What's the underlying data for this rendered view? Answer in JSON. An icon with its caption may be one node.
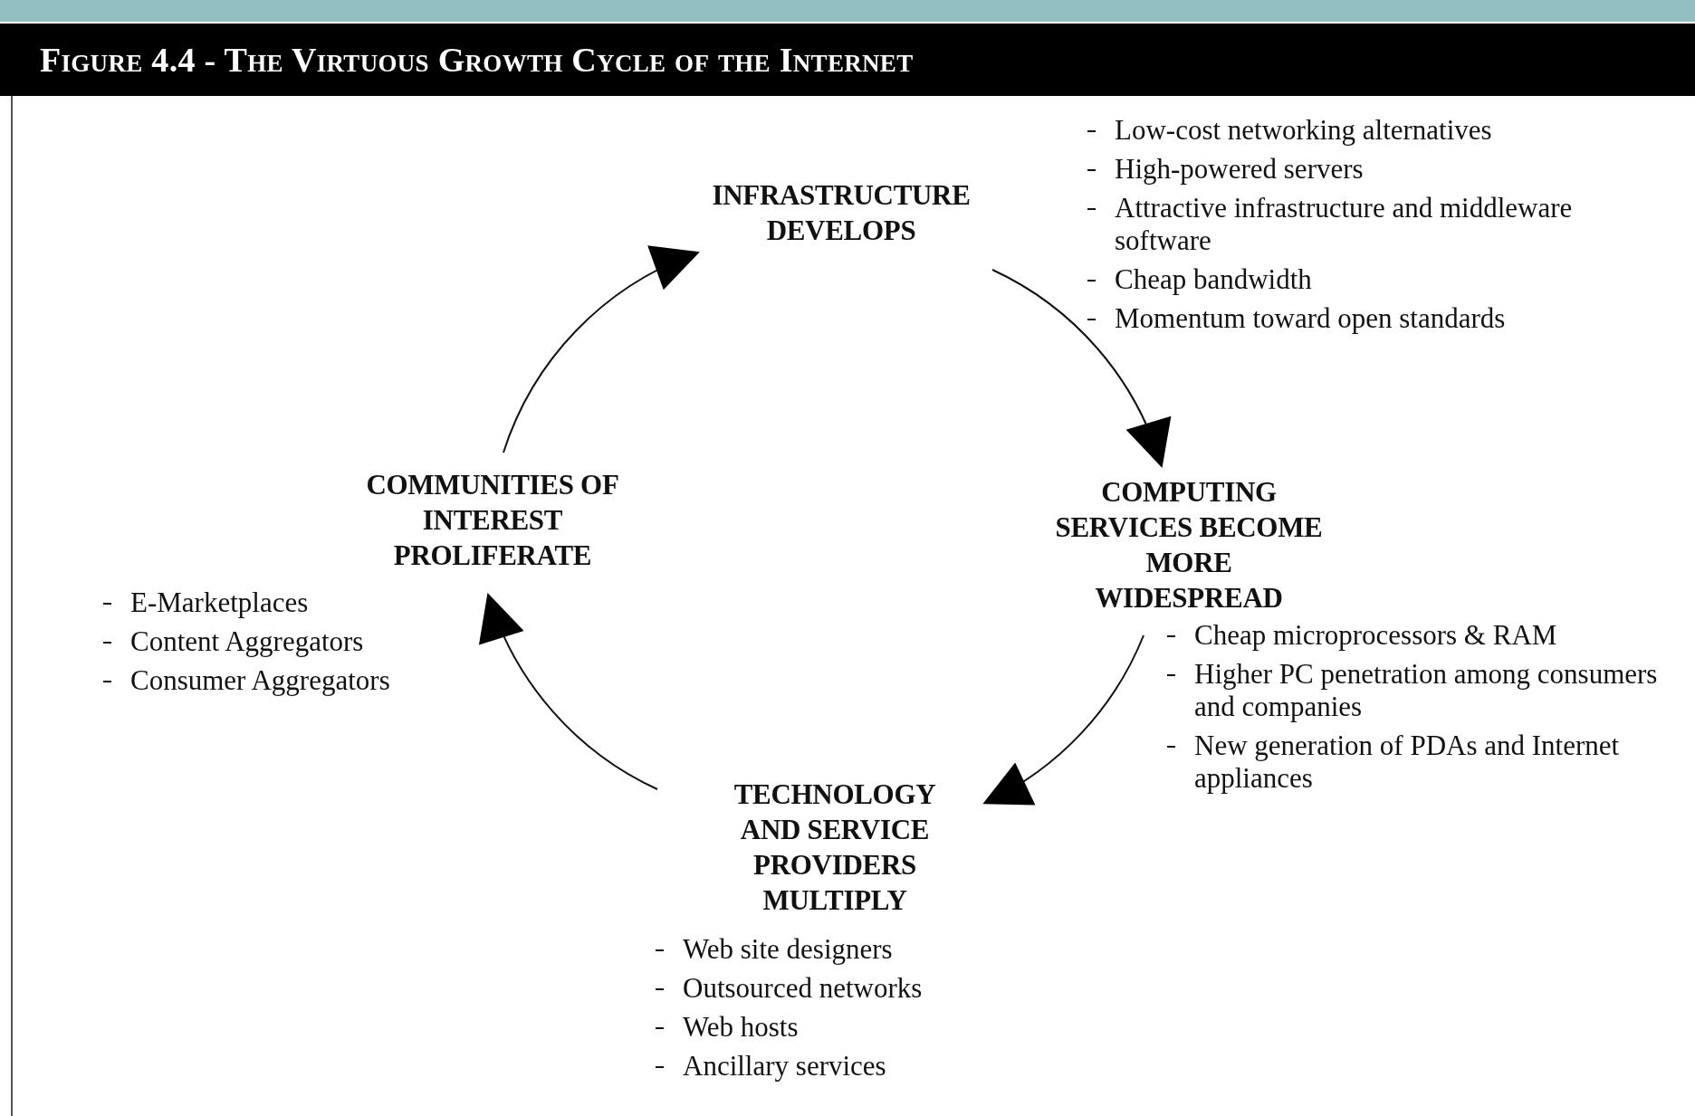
{
  "diagram": {
    "title": "Figure 4.4 - The Virtuous Growth Cycle of the Internet",
    "nodes": [
      {
        "text": [
          "INFRASTRUCTURE DEVELOPS"
        ],
        "beside": [
          "Low-cost networking alternatives",
          "High-powered servers",
          "Attractive infrastructure and middleware software",
          "Cheap bandwidth",
          "Momentum toward open standards"
        ]
      },
      {
        "text": [
          "COMPUTING SERVICES BECOME MORE WIDESPREAD"
        ],
        "beside": [
          "Cheap microprocessors & RAM",
          "Higher PC penetration among consumers and companies",
          "New generation of PDAs and Internet appliances"
        ]
      },
      {
        "text": [
          "TECHNOLOGY AND SERVICE PROVIDERS MULTIPLY"
        ],
        "beside": [
          "Web site designers",
          "Outsourced networks",
          "Web hosts",
          "Ancillary services"
        ]
      },
      {
        "text": [
          "COMMUNITIES OF INTEREST PROLIFERATE"
        ],
        "beside": [
          "E-Marketplaces",
          "Content Aggregators",
          "Consumer Aggregators"
        ]
      }
    ],
    "edges": [
      {
        "from": 0,
        "to": 1,
        "arrow": "to"
      },
      {
        "from": 1,
        "to": 2,
        "arrow": "to"
      },
      {
        "from": 2,
        "to": 3,
        "arrow": "to"
      },
      {
        "from": 3,
        "to": 0,
        "arrow": "to"
      }
    ]
  }
}
